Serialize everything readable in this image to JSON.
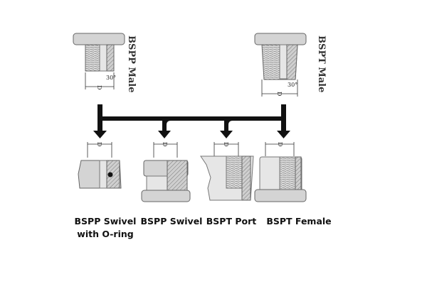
{
  "top": {
    "bspp_male": "BSPP Male",
    "bspt_male": "BSPT Male"
  },
  "dimension_label": "D",
  "angle_label": "30°",
  "bottom": {
    "item1_line1": "BSPP Swivel",
    "item1_line2": "with O-ring",
    "item2": "BSPP Swivel",
    "item3": "BSPT Port",
    "item4": "BSPT Female"
  }
}
